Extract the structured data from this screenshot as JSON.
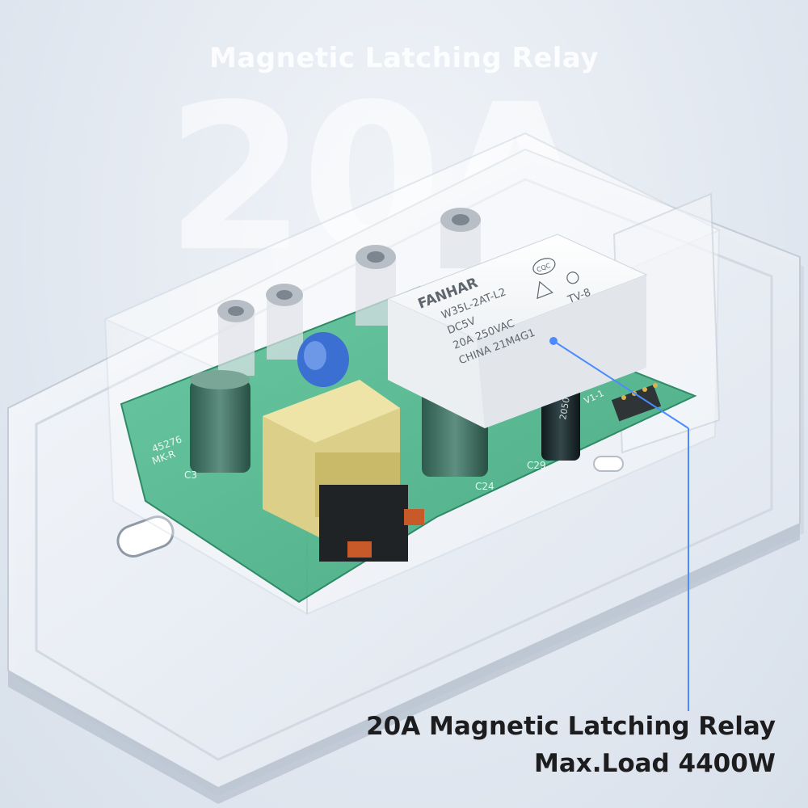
{
  "background": {
    "headline": "Magnetic Latching Relay",
    "big_text": "20A"
  },
  "relay": {
    "brand": "FANHAR",
    "model": "W35L-2AT-L2",
    "coil": "DC5V",
    "rating": "20A  250VAC",
    "origin": "CHINA  21M4G1",
    "cert": "TV-8",
    "cqc": "CQC"
  },
  "pcb": {
    "labels": [
      "C3",
      "C24",
      "C29",
      "45276",
      "MK-R",
      "V1-1"
    ]
  },
  "capacitor_label": "2050",
  "callout": {
    "line1": "20A Magnetic Latching Relay",
    "line2": "Max.Load 4400W",
    "color": "#4a8cff"
  }
}
